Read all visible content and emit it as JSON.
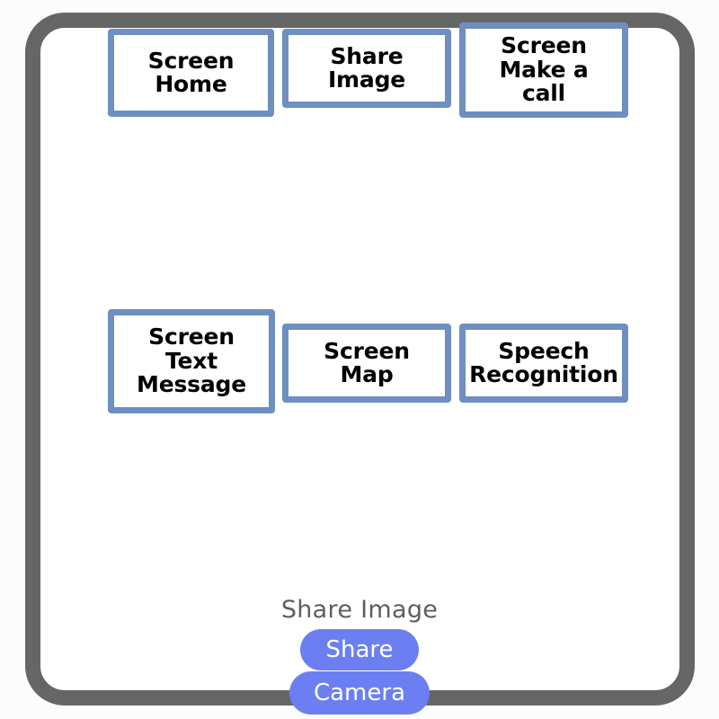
{
  "diagram": {
    "title_area": "mobile app screen flow diagram",
    "frame": {
      "name": "phone-frame",
      "border_color": "#666666",
      "background": "#ffffff"
    },
    "box_style": {
      "border_color": "#6e8fbf",
      "fill_color": "#ffffff",
      "text_color": "#000000"
    },
    "row1": [
      {
        "id": "screen-home",
        "label": "Screen\nHome"
      },
      {
        "id": "share-image",
        "label": "Share\nImage"
      },
      {
        "id": "make-a-call",
        "label": "Screen\nMake a\ncall"
      }
    ],
    "row2": [
      {
        "id": "text-message",
        "label": "Screen\nText\nMessage"
      },
      {
        "id": "screen-map",
        "label": "Screen\nMap"
      },
      {
        "id": "speech-recognition",
        "label": "Speech\nRecognition"
      }
    ]
  },
  "share_sheet": {
    "title": "Share Image",
    "title_color": "#5e5e5e",
    "accent_color": "#6c7ff2",
    "buttons": [
      {
        "id": "share",
        "label": "Share"
      },
      {
        "id": "camera",
        "label": "Camera"
      }
    ]
  }
}
